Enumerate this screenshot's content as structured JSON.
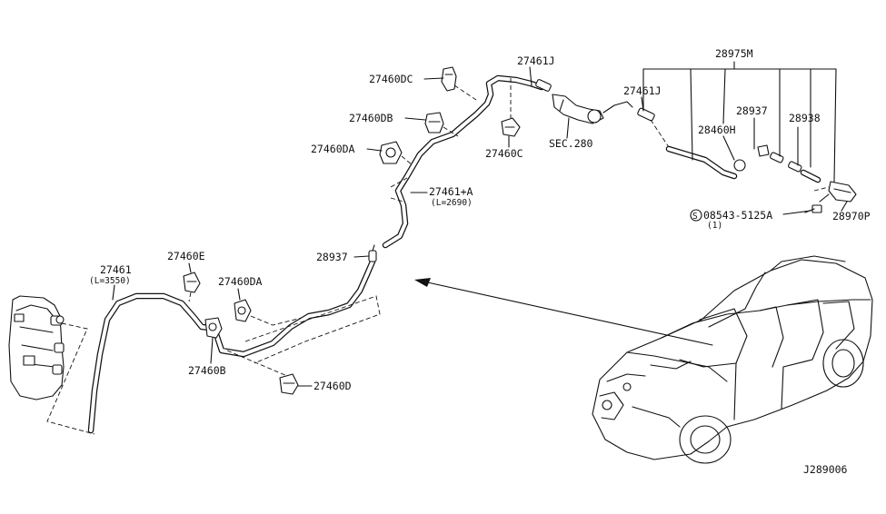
{
  "labels": {
    "p28975M": "28975M",
    "p27461J_a": "27461J",
    "p27460DC": "27460DC",
    "p27461J_b": "27461J",
    "p28937_a": "28937",
    "p28460H": "28460H",
    "p28938": "28938",
    "p27460DB": "27460DB",
    "pSEC280": "SEC.280",
    "p27460C": "27460C",
    "p27460DA_a": "27460DA",
    "p27461A": "27461+A",
    "p27461A_len": "(L=2690)",
    "pBolt": "08543-5125A",
    "pBolt_qty": "(1)",
    "pBolt_sym": "S",
    "p28970P": "28970P",
    "p28937_b": "28937",
    "p27461": "27461",
    "p27461_len": "(L=3550)",
    "p27460E": "27460E",
    "p27460DA_b": "27460DA",
    "p27460B": "27460B",
    "p27460D": "27460D",
    "code": "J289006"
  }
}
